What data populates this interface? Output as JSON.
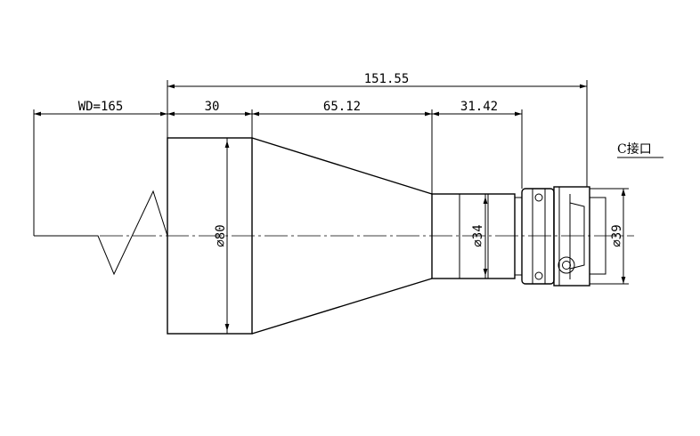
{
  "dimensions": {
    "total_length": "151.55",
    "working_distance": "WD=165",
    "front_section": "30",
    "taper_section": "65.12",
    "rear_section": "31.42",
    "front_diameter": "⌀80",
    "rear_diameter": "⌀34",
    "mount_diameter": "⌀39"
  },
  "notes": {
    "mount_type": "C接口"
  },
  "colors": {
    "line": "#000000",
    "background": "#ffffff"
  }
}
